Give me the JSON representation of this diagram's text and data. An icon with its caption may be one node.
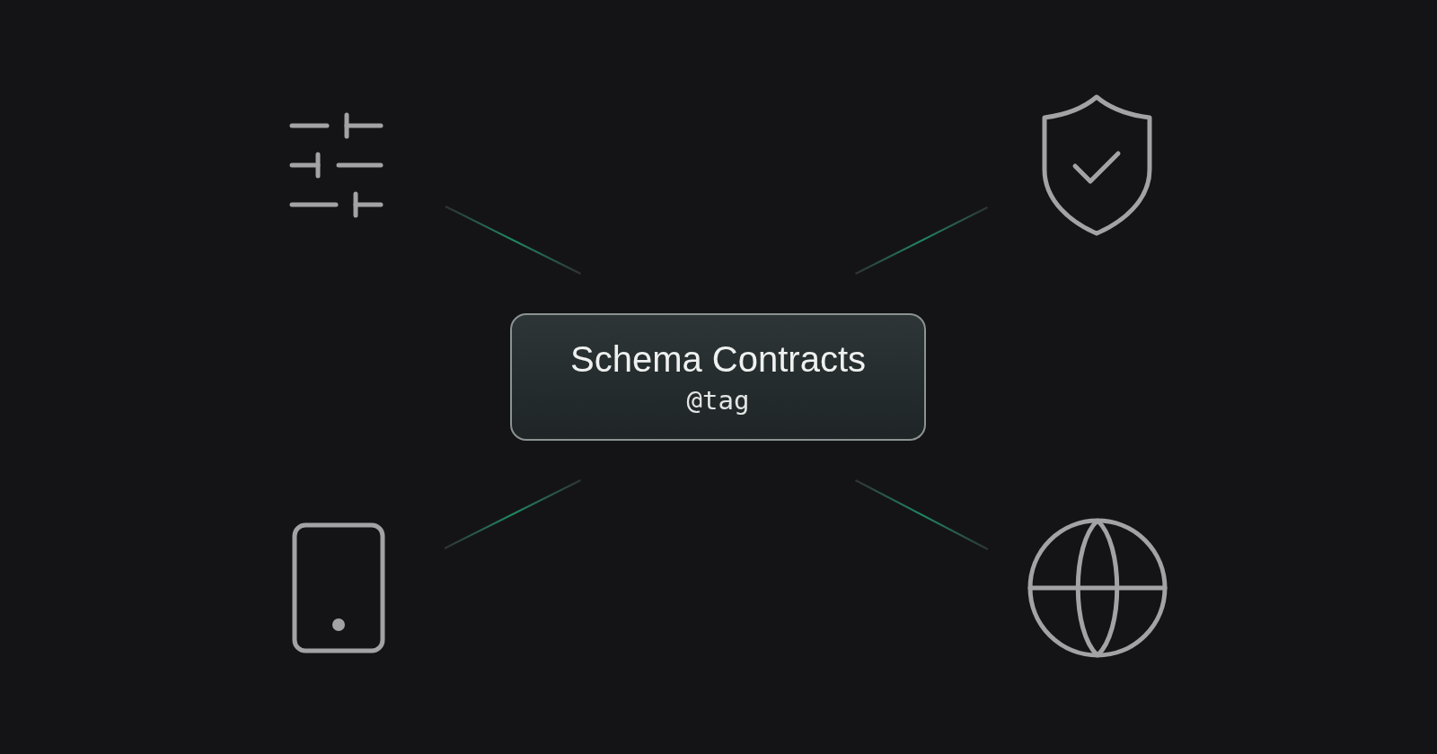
{
  "diagram": {
    "nodes": [
      {
        "text": [
          "Schema Contracts",
          "@tag"
        ]
      },
      {
        "text": [],
        "shape": "picture"
      },
      {
        "text": [],
        "shape": "picture"
      },
      {
        "text": [],
        "shape": "picture"
      },
      {
        "text": [],
        "shape": "picture"
      }
    ],
    "edges": [
      {
        "from": 0,
        "to": 1,
        "arrow": "none"
      },
      {
        "from": 0,
        "to": 2,
        "arrow": "none"
      },
      {
        "from": 0,
        "to": 3,
        "arrow": "none"
      },
      {
        "from": 0,
        "to": 4,
        "arrow": "none"
      }
    ]
  }
}
